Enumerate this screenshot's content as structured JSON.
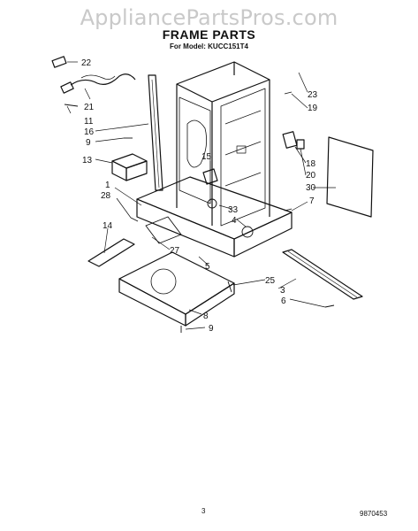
{
  "watermark": "AppliancePartsPros.com",
  "title": "FRAME PARTS",
  "subtitle": "For Model: KUCC151T4",
  "page_number": "3",
  "doc_code": "9870453",
  "callouts": [
    "22",
    "21",
    "11",
    "16",
    "9",
    "13",
    "1",
    "28",
    "14",
    "27",
    "15",
    "33",
    "4",
    "23",
    "19",
    "18",
    "20",
    "30",
    "7",
    "25",
    "3",
    "6",
    "5",
    "8",
    "9"
  ]
}
